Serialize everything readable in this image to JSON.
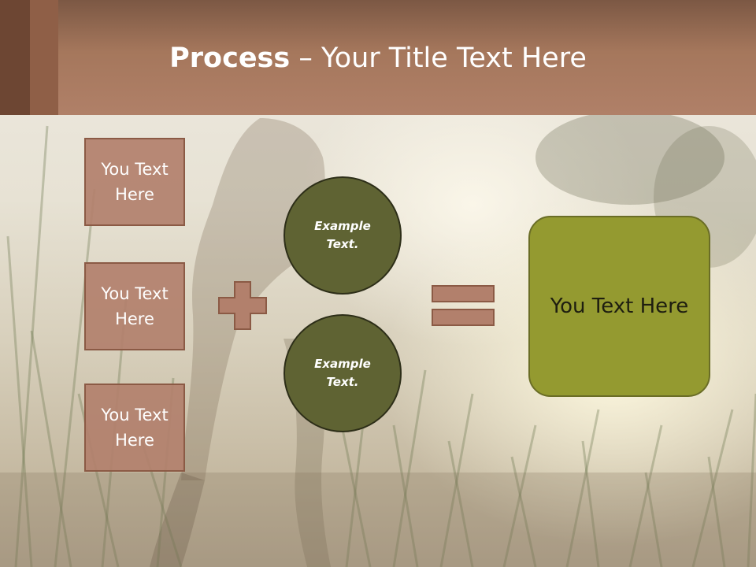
{
  "header": {
    "title_bold": "Process",
    "title_rest": " – Your Title Text Here"
  },
  "inputs": [
    {
      "label": "You Text Here"
    },
    {
      "label": "You Text Here"
    },
    {
      "label": "You Text Here"
    }
  ],
  "examples": [
    {
      "label": "Example Text."
    },
    {
      "label": "Example Text."
    }
  ],
  "result": {
    "label": "You Text Here"
  },
  "colors": {
    "header": "#a5775c",
    "box_fill": "#b2806c",
    "circle_fill": "#5f6333",
    "result_fill": "#949a30"
  }
}
